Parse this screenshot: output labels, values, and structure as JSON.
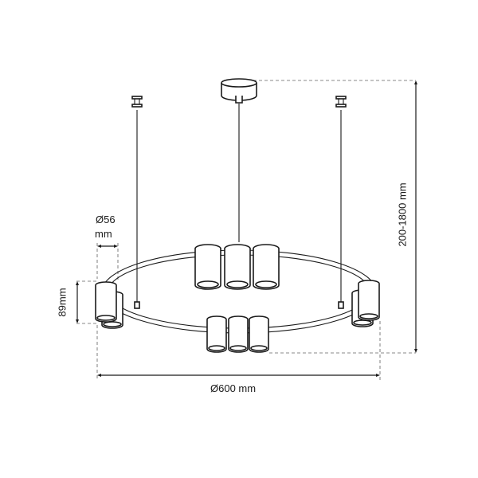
{
  "drawing": {
    "title": "Pendant lamp ring with 12 spot cylinders - technical dimension drawing",
    "line_color": "#1a1a1a",
    "dash_color": "#8a8a8a",
    "background": "#ffffff"
  },
  "dimensions": {
    "shade_diameter": "Ø56",
    "shade_diameter_unit": "mm",
    "shade_height": "89mm",
    "total_height": "200-1800 mm",
    "ring_diameter": "Ø600 mm"
  },
  "components": {
    "canopy": "ceiling-canopy",
    "suspension_wires": 3,
    "ring": "circular-ring",
    "shade_groups": [
      {
        "position": "back-center",
        "count": 3
      },
      {
        "position": "front-center",
        "count": 3
      },
      {
        "position": "left",
        "count": 2
      },
      {
        "position": "right",
        "count": 2
      }
    ]
  }
}
